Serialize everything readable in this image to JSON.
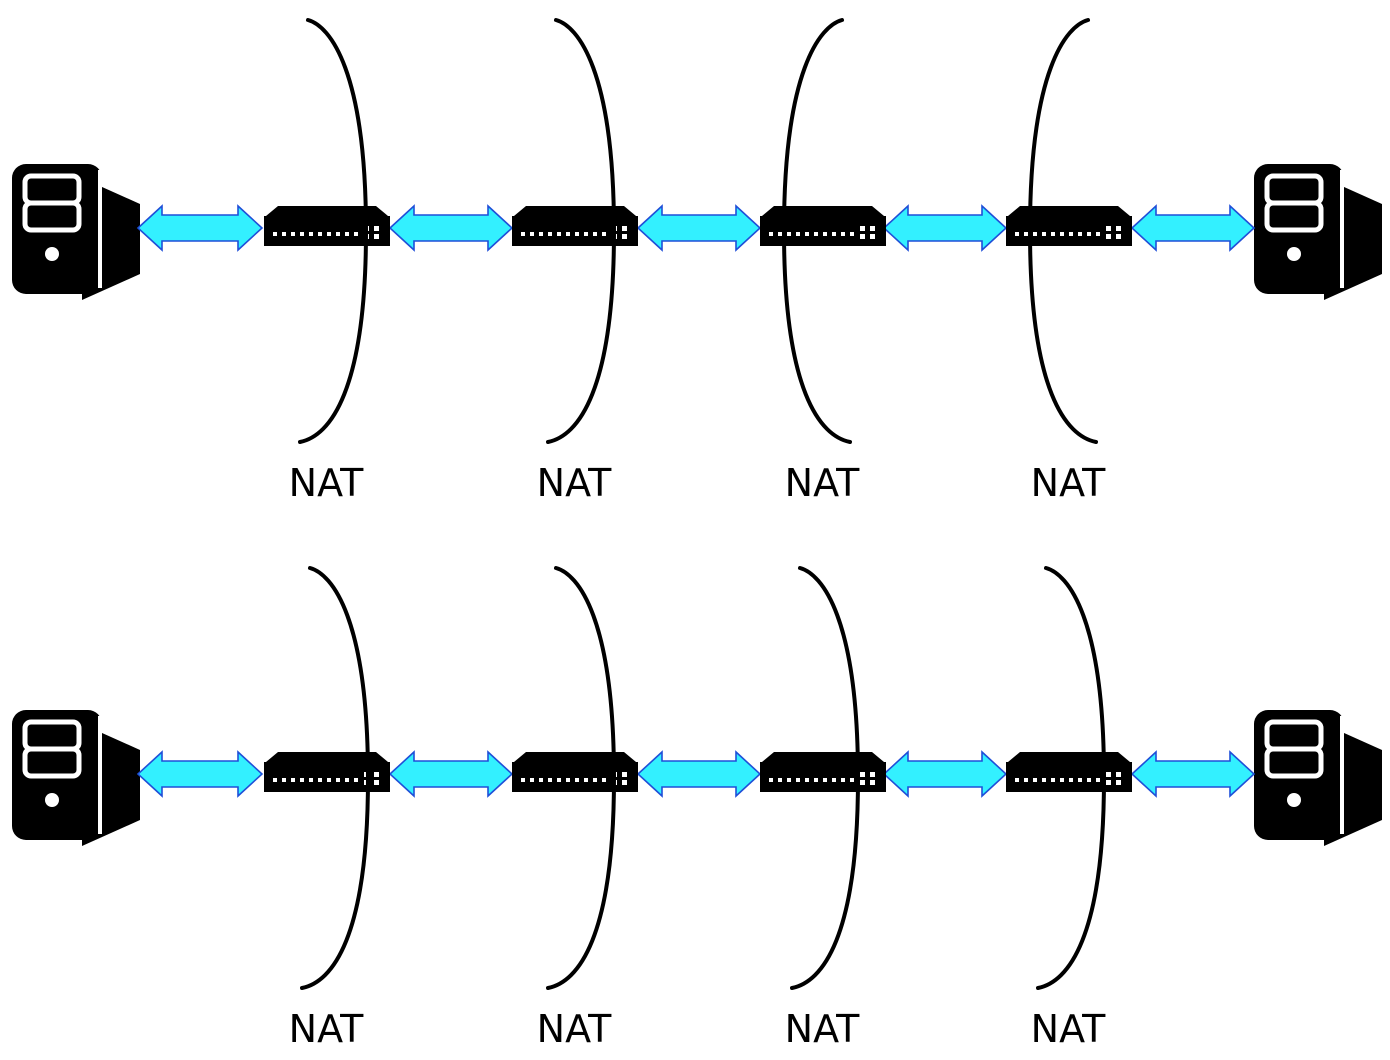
{
  "rows": [
    {
      "left_host": {
        "icon": "server-tower-icon"
      },
      "right_host": {
        "icon": "server-tower-icon"
      },
      "nats": [
        {
          "label": "NAT",
          "curve": "right"
        },
        {
          "label": "NAT",
          "curve": "right"
        },
        {
          "label": "NAT",
          "curve": "left"
        },
        {
          "label": "NAT",
          "curve": "left"
        }
      ]
    },
    {
      "left_host": {
        "icon": "server-tower-icon"
      },
      "right_host": {
        "icon": "server-tower-icon"
      },
      "nats": [
        {
          "label": "NAT",
          "curve": "right"
        },
        {
          "label": "NAT",
          "curve": "right"
        },
        {
          "label": "NAT",
          "curve": "right"
        },
        {
          "label": "NAT",
          "curve": "right"
        }
      ]
    }
  ],
  "icons": {
    "router": "network-switch-icon",
    "link": "bidirectional-arrow-icon"
  },
  "colors": {
    "arrow_fill": "#33f0ff",
    "arrow_stroke": "#1f4fd8",
    "device": "#000000"
  }
}
